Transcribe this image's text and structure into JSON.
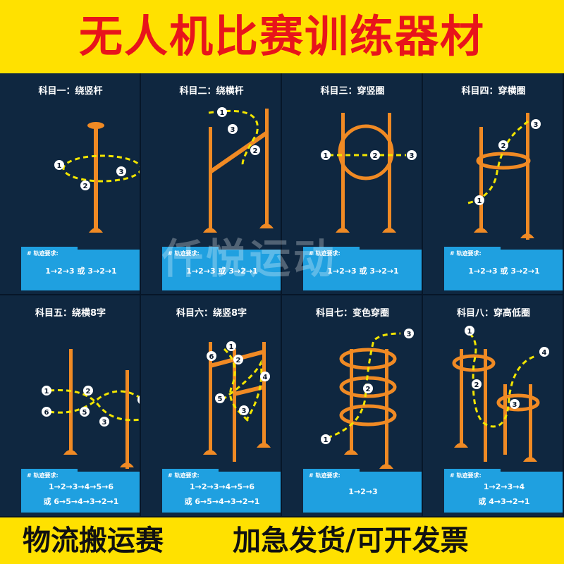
{
  "banner": {
    "title": "无人机比赛训练器材"
  },
  "watermark": "仟悦运动",
  "footer": {
    "left": "物流搬运赛",
    "right": "加急发货/可开发票"
  },
  "colors": {
    "banner": "#ffe100",
    "title": "#e8141b",
    "pole": "#f08a24",
    "path": "#f2e500",
    "panel": "#1fa0e0"
  },
  "panel_label": "# 轨迹要求:",
  "cells": [
    {
      "title": "科目一：绕竖杆",
      "seq1": "1→2→3 或 3→2→1",
      "seq2": ""
    },
    {
      "title": "科目二：绕横杆",
      "seq1": "1→2→3 或 3→2→1",
      "seq2": ""
    },
    {
      "title": "科目三：穿竖圈",
      "seq1": "1→2→3 或 3→2→1",
      "seq2": ""
    },
    {
      "title": "科目四：穿横圈",
      "seq1": "1→2→3 或 3→2→1",
      "seq2": ""
    },
    {
      "title": "科目五：绕横8字",
      "seq1": "1→2→3→4→5→6",
      "seq2": "或 6→5→4→3→2→1"
    },
    {
      "title": "科目六：绕竖8字",
      "seq1": "1→2→3→4→5→6",
      "seq2": "或 6→5→4→3→2→1"
    },
    {
      "title": "科目七：变色穿圈",
      "seq1": "1→2→3",
      "seq2": ""
    },
    {
      "title": "科目八：穿高低圈",
      "seq1": "1→2→3→4",
      "seq2": "或 4→3→2→1"
    }
  ]
}
